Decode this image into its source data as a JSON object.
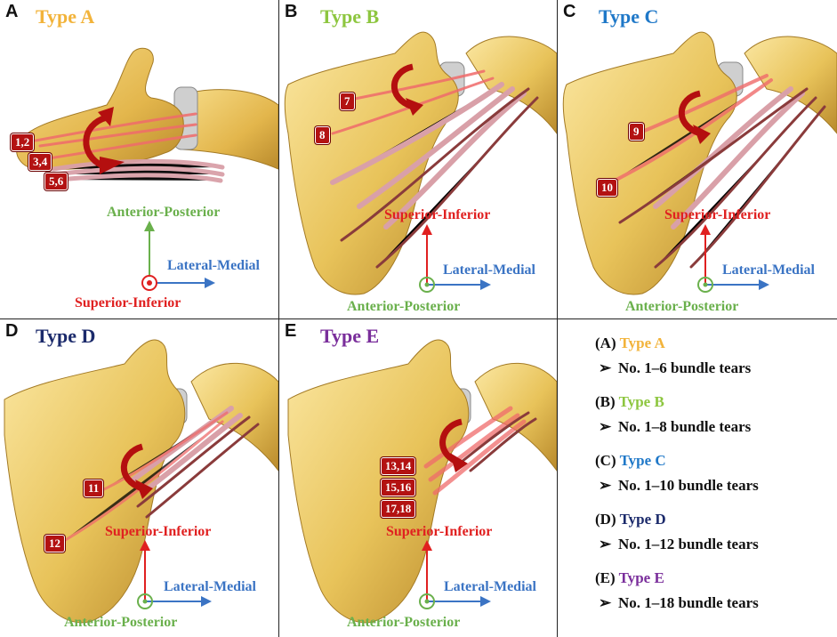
{
  "panels": [
    {
      "letter": "A",
      "title": "Type A",
      "title_color": "#f2b33a",
      "tags": [
        "1,2",
        "3,4",
        "5,6"
      ],
      "axes": {
        "vertical": "Anterior-Posterior",
        "horizontal": "Lateral-Medial",
        "normal": "Superior-Inferior"
      }
    },
    {
      "letter": "B",
      "title": "Type B",
      "title_color": "#8dc63f",
      "tags": [
        "7",
        "8"
      ],
      "axes": {
        "vertical": "Superior-Inferior",
        "horizontal": "Lateral-Medial",
        "normal": "Anterior-Posterior"
      }
    },
    {
      "letter": "C",
      "title": "Type C",
      "title_color": "#1f78c8",
      "tags": [
        "9",
        "10"
      ],
      "axes": {
        "vertical": "Superior-Inferior",
        "horizontal": "Lateral-Medial",
        "normal": "Anterior-Posterior"
      }
    },
    {
      "letter": "D",
      "title": "Type D",
      "title_color": "#1b2a6b",
      "tags": [
        "11",
        "12"
      ],
      "axes": {
        "vertical": "Superior-Inferior",
        "horizontal": "Lateral-Medial",
        "normal": "Anterior-Posterior"
      }
    },
    {
      "letter": "E",
      "title": "Type E",
      "title_color": "#7a2e9b",
      "tags": [
        "13,14",
        "15,16",
        "17,18"
      ],
      "axes": {
        "vertical": "Superior-Inferior",
        "horizontal": "Lateral-Medial",
        "normal": "Anterior-Posterior"
      }
    }
  ],
  "legend": [
    {
      "prefix": "(A)",
      "type": "Type A",
      "color": "#f2b33a",
      "desc": "No. 1–6 bundle tears"
    },
    {
      "prefix": "(B)",
      "type": "Type B",
      "color": "#8dc63f",
      "desc": "No. 1–8 bundle tears"
    },
    {
      "prefix": "(C)",
      "type": "Type C",
      "color": "#1f78c8",
      "desc": "No. 1–10 bundle tears"
    },
    {
      "prefix": "(D)",
      "type": "Type D",
      "color": "#1b2a6b",
      "desc": "No. 1–12 bundle tears"
    },
    {
      "prefix": "(E)",
      "type": "Type E",
      "color": "#7a2e9b",
      "desc": "No. 1–18 bundle tears"
    }
  ],
  "bullet": "➢",
  "colors": {
    "bone": "#e8c35a",
    "bone_shade": "#b8892e",
    "bundle": "#d9a0a8",
    "torn": "#f06b6b",
    "arrow": "#b40f0f",
    "axis_red": "#e02020",
    "axis_green": "#6ab04c",
    "axis_blue": "#3b74c4"
  }
}
